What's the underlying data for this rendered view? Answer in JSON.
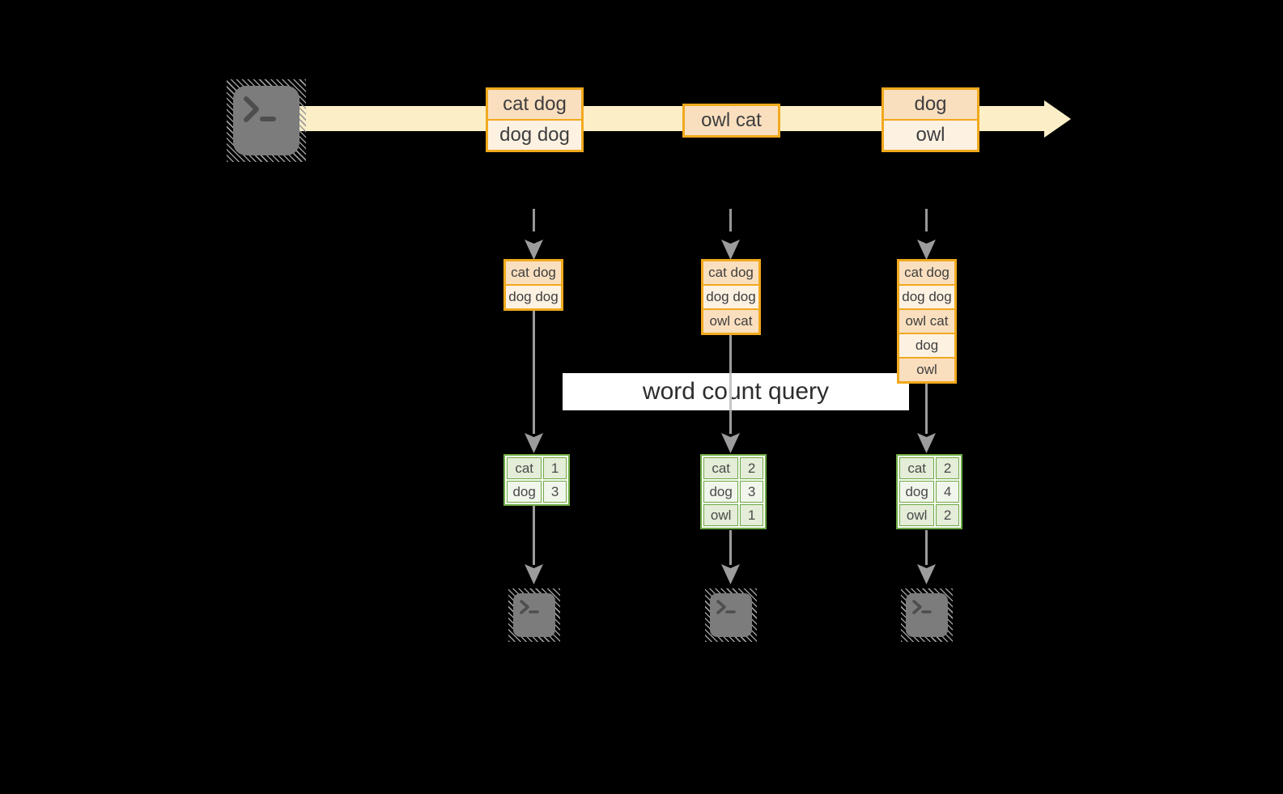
{
  "query": {
    "label": "word count query"
  },
  "stream": {
    "source": {
      "icon": "terminal-icon"
    },
    "events": [
      {
        "lines": [
          "cat dog",
          "dog dog"
        ]
      },
      {
        "lines": [
          "owl cat"
        ]
      },
      {
        "lines": [
          "dog",
          "owl"
        ]
      }
    ]
  },
  "columns": [
    {
      "buffer": [
        "cat dog",
        "dog dog"
      ],
      "counts": [
        {
          "word": "cat",
          "count": "1"
        },
        {
          "word": "dog",
          "count": "3"
        }
      ],
      "sink": {
        "icon": "terminal-icon"
      }
    },
    {
      "buffer": [
        "cat dog",
        "dog dog",
        "owl cat"
      ],
      "counts": [
        {
          "word": "cat",
          "count": "2"
        },
        {
          "word": "dog",
          "count": "3"
        },
        {
          "word": "owl",
          "count": "1"
        }
      ],
      "sink": {
        "icon": "terminal-icon"
      }
    },
    {
      "buffer": [
        "cat dog",
        "dog dog",
        "owl cat",
        "dog",
        "owl"
      ],
      "counts": [
        {
          "word": "cat",
          "count": "2"
        },
        {
          "word": "dog",
          "count": "4"
        },
        {
          "word": "owl",
          "count": "2"
        }
      ],
      "sink": {
        "icon": "terminal-icon"
      }
    }
  ],
  "colors": {
    "background": "#000000",
    "stream_band": "#FCEFC8",
    "amber_border": "#F1A91D",
    "cell_peach": "#FADFBF",
    "cell_cream": "#FDF2E2",
    "green_border": "#6DA944",
    "cell_sage": "#E4EDD8",
    "cell_sage_light": "#F1F6EC",
    "arrow_gray": "#9C9C9C",
    "terminal_gray": "#7C7C7C",
    "banner_bg": "#FFFFFF",
    "text_dark": "#3E3E3E"
  }
}
